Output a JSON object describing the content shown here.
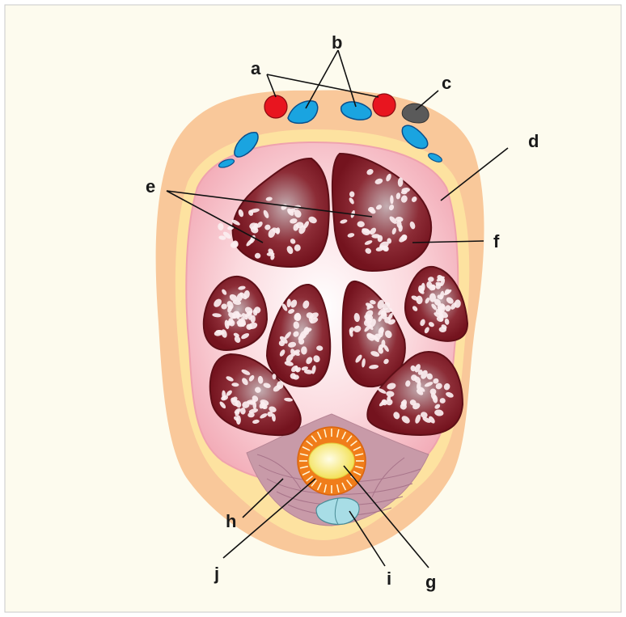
{
  "colors": {
    "background": "#fdfbee",
    "frame": "#c9c9c9",
    "outer_layer": "#f9c89a",
    "inner_layer": "#fde2a0",
    "fascicle_area": "#f4b3bd",
    "fascicle_fill": "#7d1520",
    "artery": "#e8151f",
    "vein": "#1aa4e0",
    "nerve": "#5a5a5a",
    "muscle": "#c89aa8",
    "canal_ring": "#f07d1a",
    "canal_lumen": "#f7ec6e",
    "duct": "#a8dde6"
  },
  "labels": {
    "a": "a",
    "b": "b",
    "c": "c",
    "d": "d",
    "e": "e",
    "f": "f",
    "g": "g",
    "h": "h",
    "i": "i",
    "j": "j"
  }
}
